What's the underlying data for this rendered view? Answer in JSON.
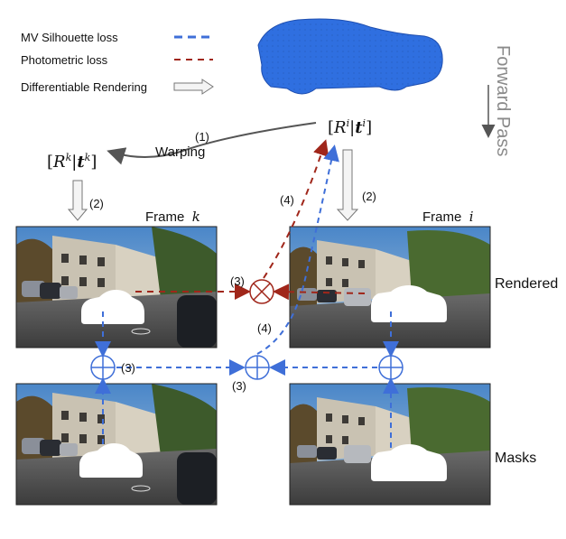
{
  "legend": {
    "silhouette_loss": "MV Silhouette loss",
    "photometric_loss": "Photometric loss",
    "diff_rendering": "Differentiable Rendering"
  },
  "colors": {
    "silhouette": "#3f6fd8",
    "photometric": "#a0261a",
    "car": "#2f6fe0",
    "arrow_gray": "#555555"
  },
  "pose_i": {
    "R": "R",
    "t": "t",
    "sup": "i"
  },
  "pose_k": {
    "R": "R",
    "t": "t",
    "sup": "k"
  },
  "warping": {
    "step": "(1)",
    "label": "Warping"
  },
  "forward_pass": "Forward Pass",
  "frames": {
    "k": {
      "label": "Frame",
      "symbol": "k"
    },
    "i": {
      "label": "Frame",
      "symbol": "i"
    }
  },
  "rows": {
    "rendered": "Rendered",
    "masks": "Masks"
  },
  "steps": {
    "render_k": "(2)",
    "render_i": "(2)",
    "photometric_to_pose": "(4)",
    "silhouette_to_pose": "(4)",
    "photometric_compare": "(3)",
    "mask_combine_left": "(3)",
    "mask_combine_center": "(3)"
  },
  "operators": {
    "multiply": "multiply-operator",
    "add": "add-operator"
  }
}
